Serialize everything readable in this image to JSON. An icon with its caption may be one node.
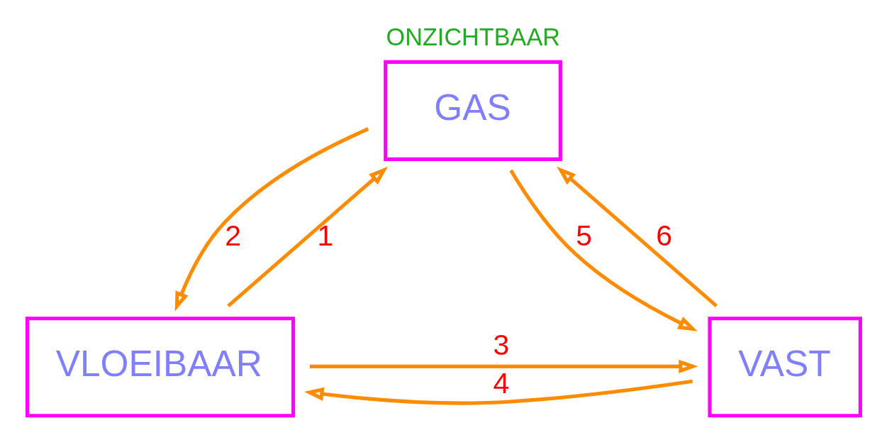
{
  "diagram": {
    "nodes": [
      {
        "text": [
          "GAS"
        ],
        "beside": [
          "ONZICHTBAAR"
        ]
      },
      {
        "text": [
          "VLOEIBAAR"
        ]
      },
      {
        "text": [
          "VAST"
        ]
      }
    ],
    "edges": [
      {
        "from": 1,
        "to": 0,
        "arrow": "to",
        "label": "1"
      },
      {
        "from": 0,
        "to": 1,
        "arrow": "to",
        "label": "2"
      },
      {
        "from": 1,
        "to": 2,
        "arrow": "to",
        "label": "3"
      },
      {
        "from": 2,
        "to": 1,
        "arrow": "to",
        "label": "4"
      },
      {
        "from": 0,
        "to": 2,
        "arrow": "to",
        "label": "5"
      },
      {
        "from": 2,
        "to": 0,
        "arrow": "to",
        "label": "6"
      }
    ]
  }
}
